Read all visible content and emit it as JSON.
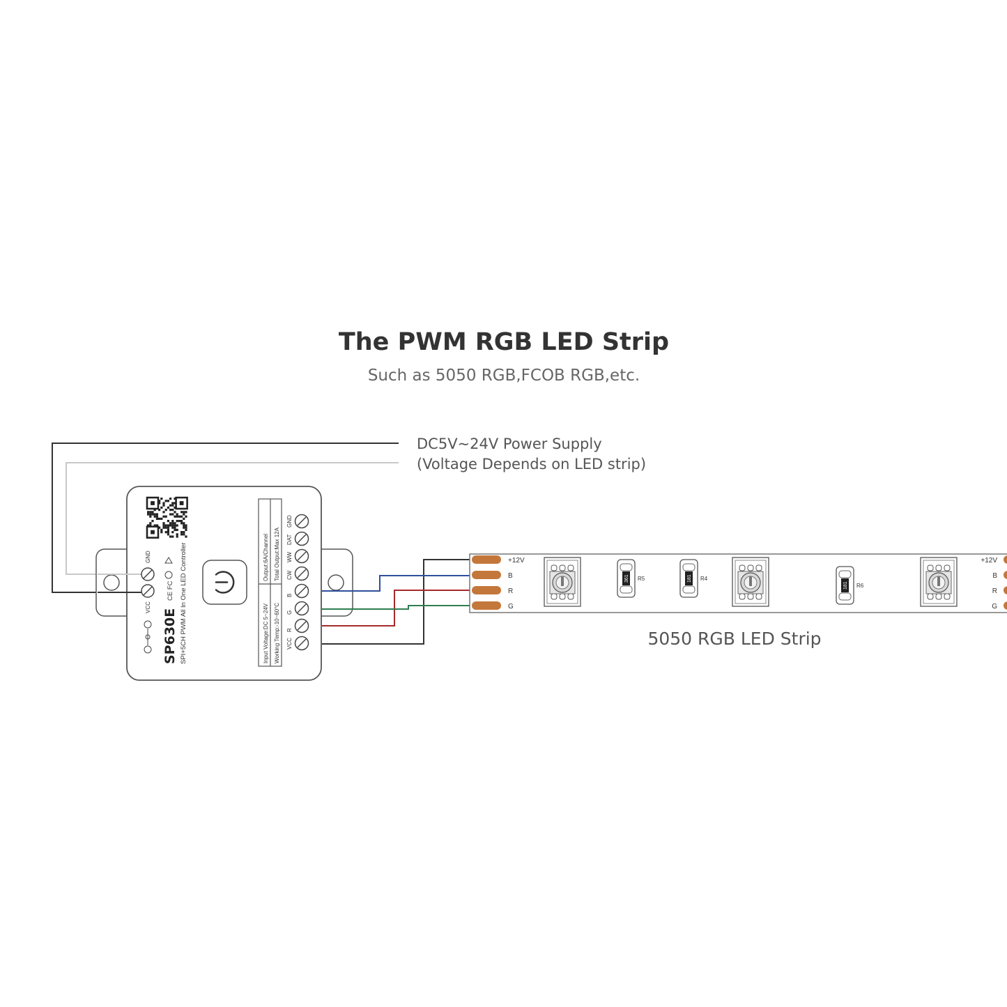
{
  "header": {
    "title": "The PWM RGB LED Strip",
    "subtitle": "Such as 5050 RGB,FCOB RGB,etc."
  },
  "power_supply": {
    "line1": "DC5V~24V Power Supply",
    "line2": "(Voltage Depends on LED strip)"
  },
  "controller": {
    "model": "SP630E",
    "description": "SPI+5CH PWM All In One LED Controller",
    "spec_col1": [
      "Input Voltage:DC 5~24V",
      "Working Temp:-10~60°C"
    ],
    "spec_col2": [
      "Output:6A/Channel",
      "Total Output:Max 12A"
    ],
    "power_terminals": [
      "GND",
      "VCC"
    ],
    "output_terminals": [
      "GND",
      "DAT",
      "WW",
      "CW",
      "B",
      "G",
      "R",
      "VCC"
    ],
    "certifications": "CE FC"
  },
  "strip": {
    "label": "5050 RGB LED Strip",
    "pads": [
      "+12V",
      "B",
      "R",
      "G"
    ],
    "pads_right": [
      "+12V",
      "B",
      "R",
      "G"
    ],
    "resistors": [
      {
        "code": "361",
        "ref": "R5"
      },
      {
        "code": "181",
        "ref": "R4"
      },
      {
        "code": "181",
        "ref": "R6"
      }
    ]
  },
  "colors": {
    "wire_black": "#333333",
    "wire_gray": "#c8c8c8",
    "wire_blue": "#2f4f9c",
    "wire_red": "#a52a2a",
    "wire_green": "#2e7d4f",
    "pad_copper": "#c4773b"
  }
}
